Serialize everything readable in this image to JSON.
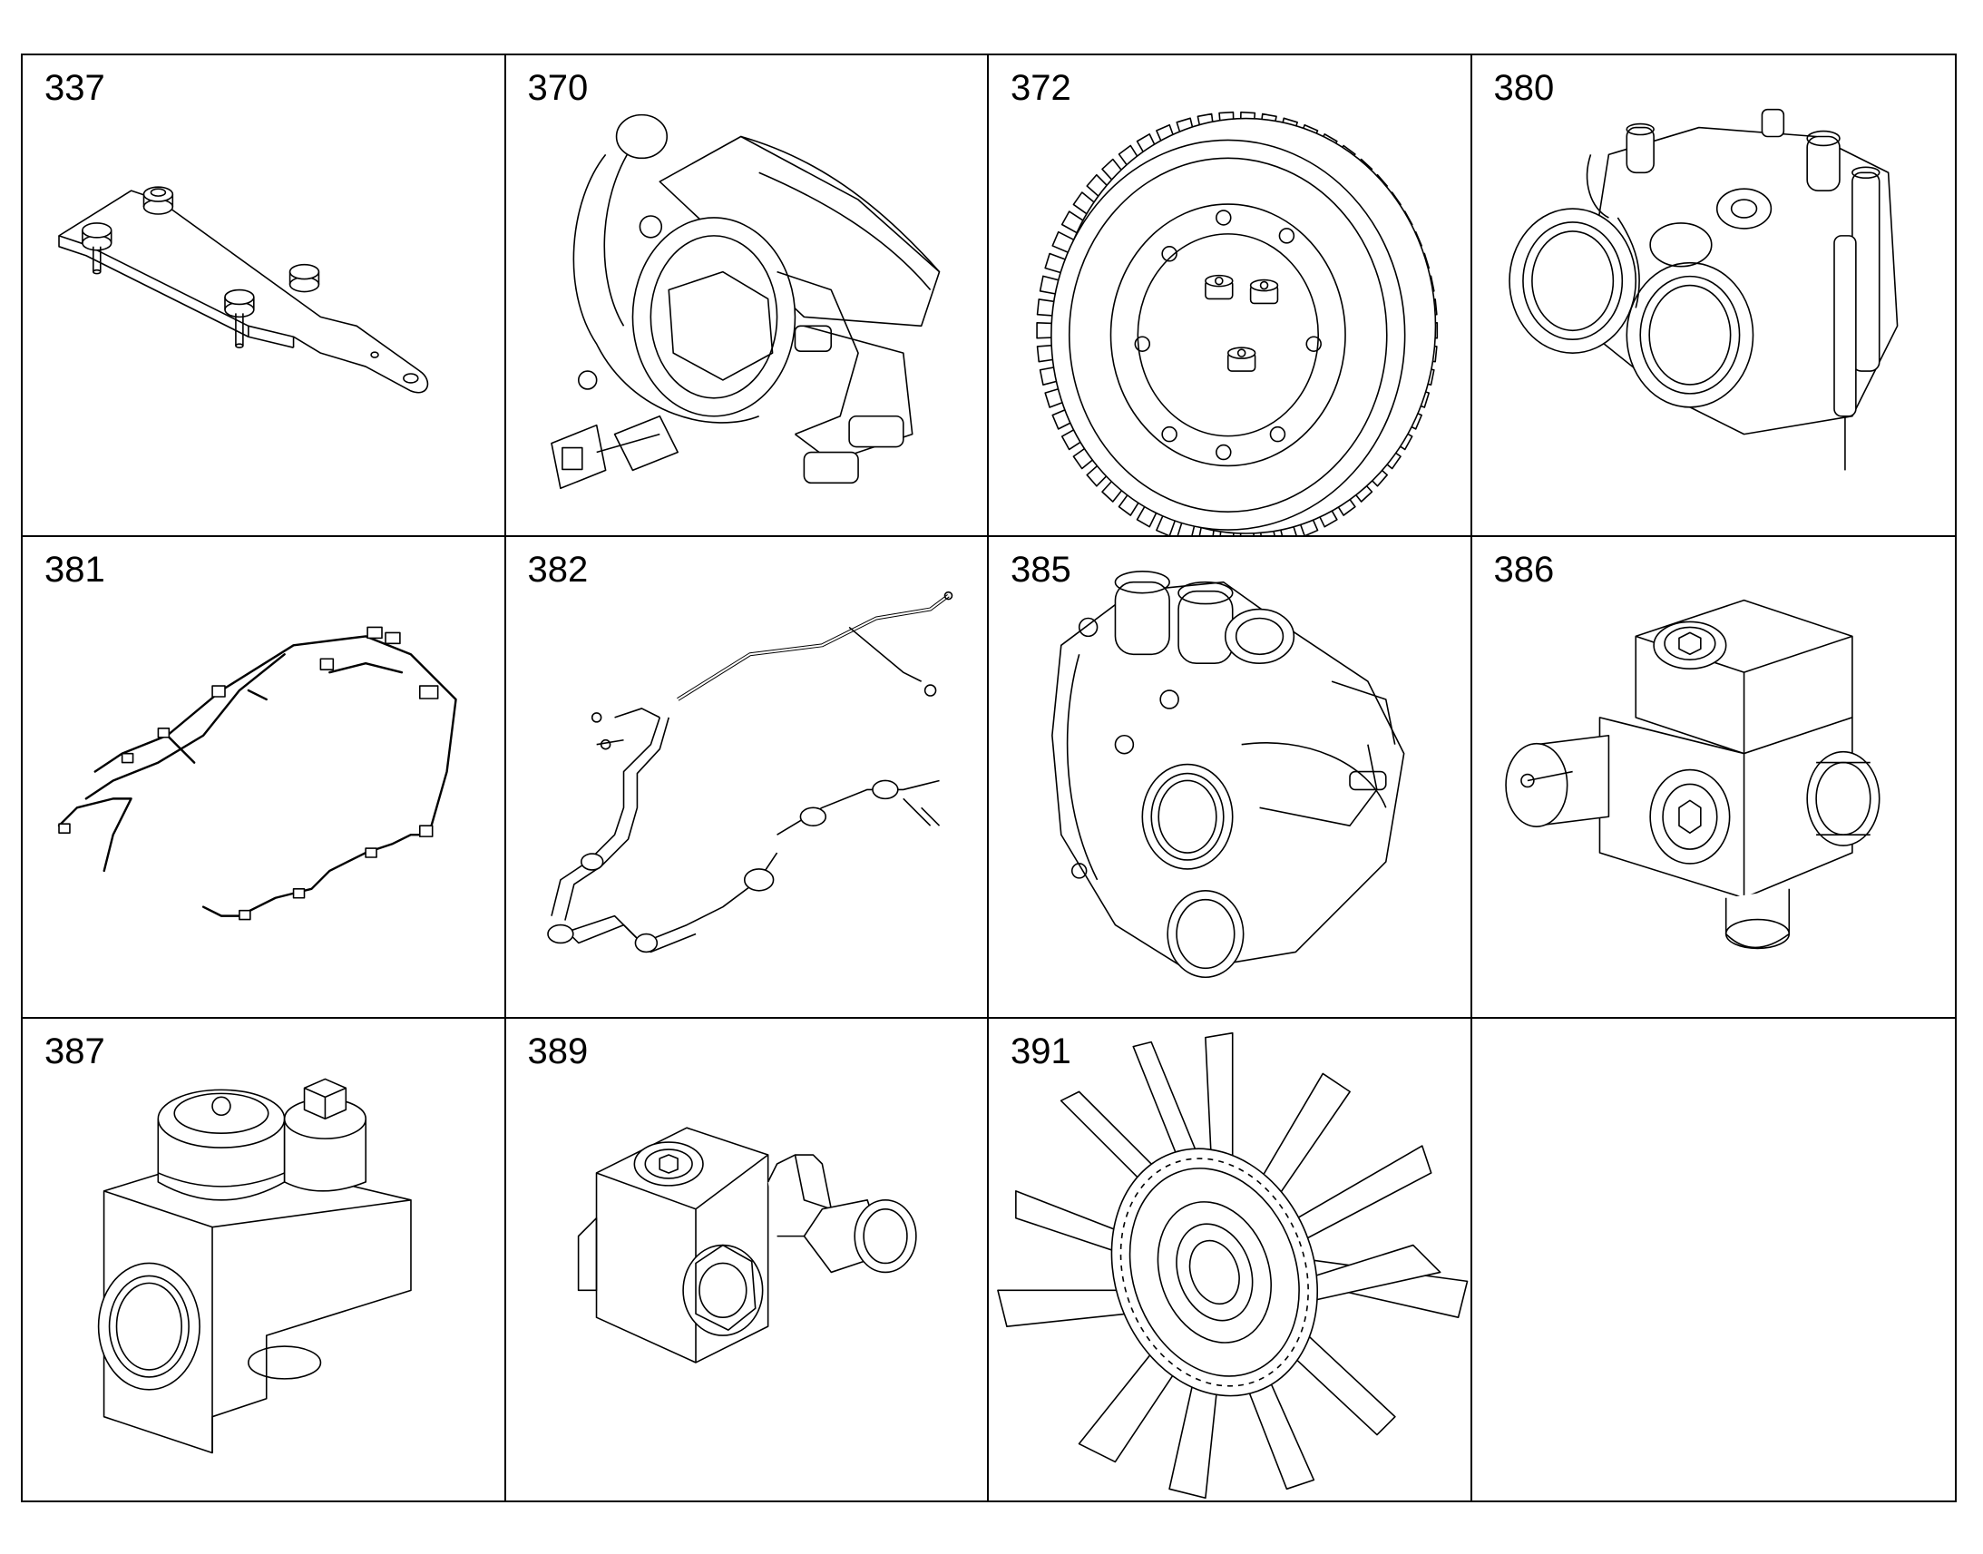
{
  "parts": [
    {
      "number": "337",
      "icon": "mounting-bracket-icon"
    },
    {
      "number": "370",
      "icon": "air-compressor-icon"
    },
    {
      "number": "372",
      "icon": "gear-wheel-icon"
    },
    {
      "number": "380",
      "icon": "pump-housing-icon"
    },
    {
      "number": "381",
      "icon": "wiring-harness-icon"
    },
    {
      "number": "382",
      "icon": "hose-harness-icon"
    },
    {
      "number": "385",
      "icon": "water-pump-icon"
    },
    {
      "number": "386",
      "icon": "valve-block-icon"
    },
    {
      "number": "387",
      "icon": "thermostat-housing-icon"
    },
    {
      "number": "389",
      "icon": "elbow-fitting-icon"
    },
    {
      "number": "391",
      "icon": "fan-icon"
    }
  ]
}
